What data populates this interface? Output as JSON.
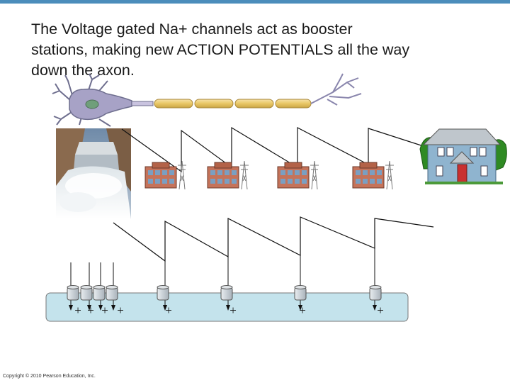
{
  "title_lines": [
    "The Voltage gated Na+ channels act as booster",
    "stations, making new ACTION POTENTIALS all the way",
    "down the axon."
  ],
  "copyright": "Copyright © 2010 Pearson Education, Inc.",
  "charges": {
    "cluster": [
      "+",
      "+",
      "+",
      "+"
    ],
    "sites": [
      "+",
      "+",
      "+",
      "+"
    ]
  },
  "colors": {
    "accent_bar": "#4b8dbb",
    "axon_membrane": "#c4e3ec",
    "booster_building": "#c5735a",
    "house_wall": "#8fb4cf",
    "tree": "#2f8a23"
  },
  "icons": [
    "neuron-drawing",
    "hydroelectric-dam-photo",
    "booster-station-building",
    "transmission-tower",
    "house-with-trees",
    "ion-channel"
  ]
}
